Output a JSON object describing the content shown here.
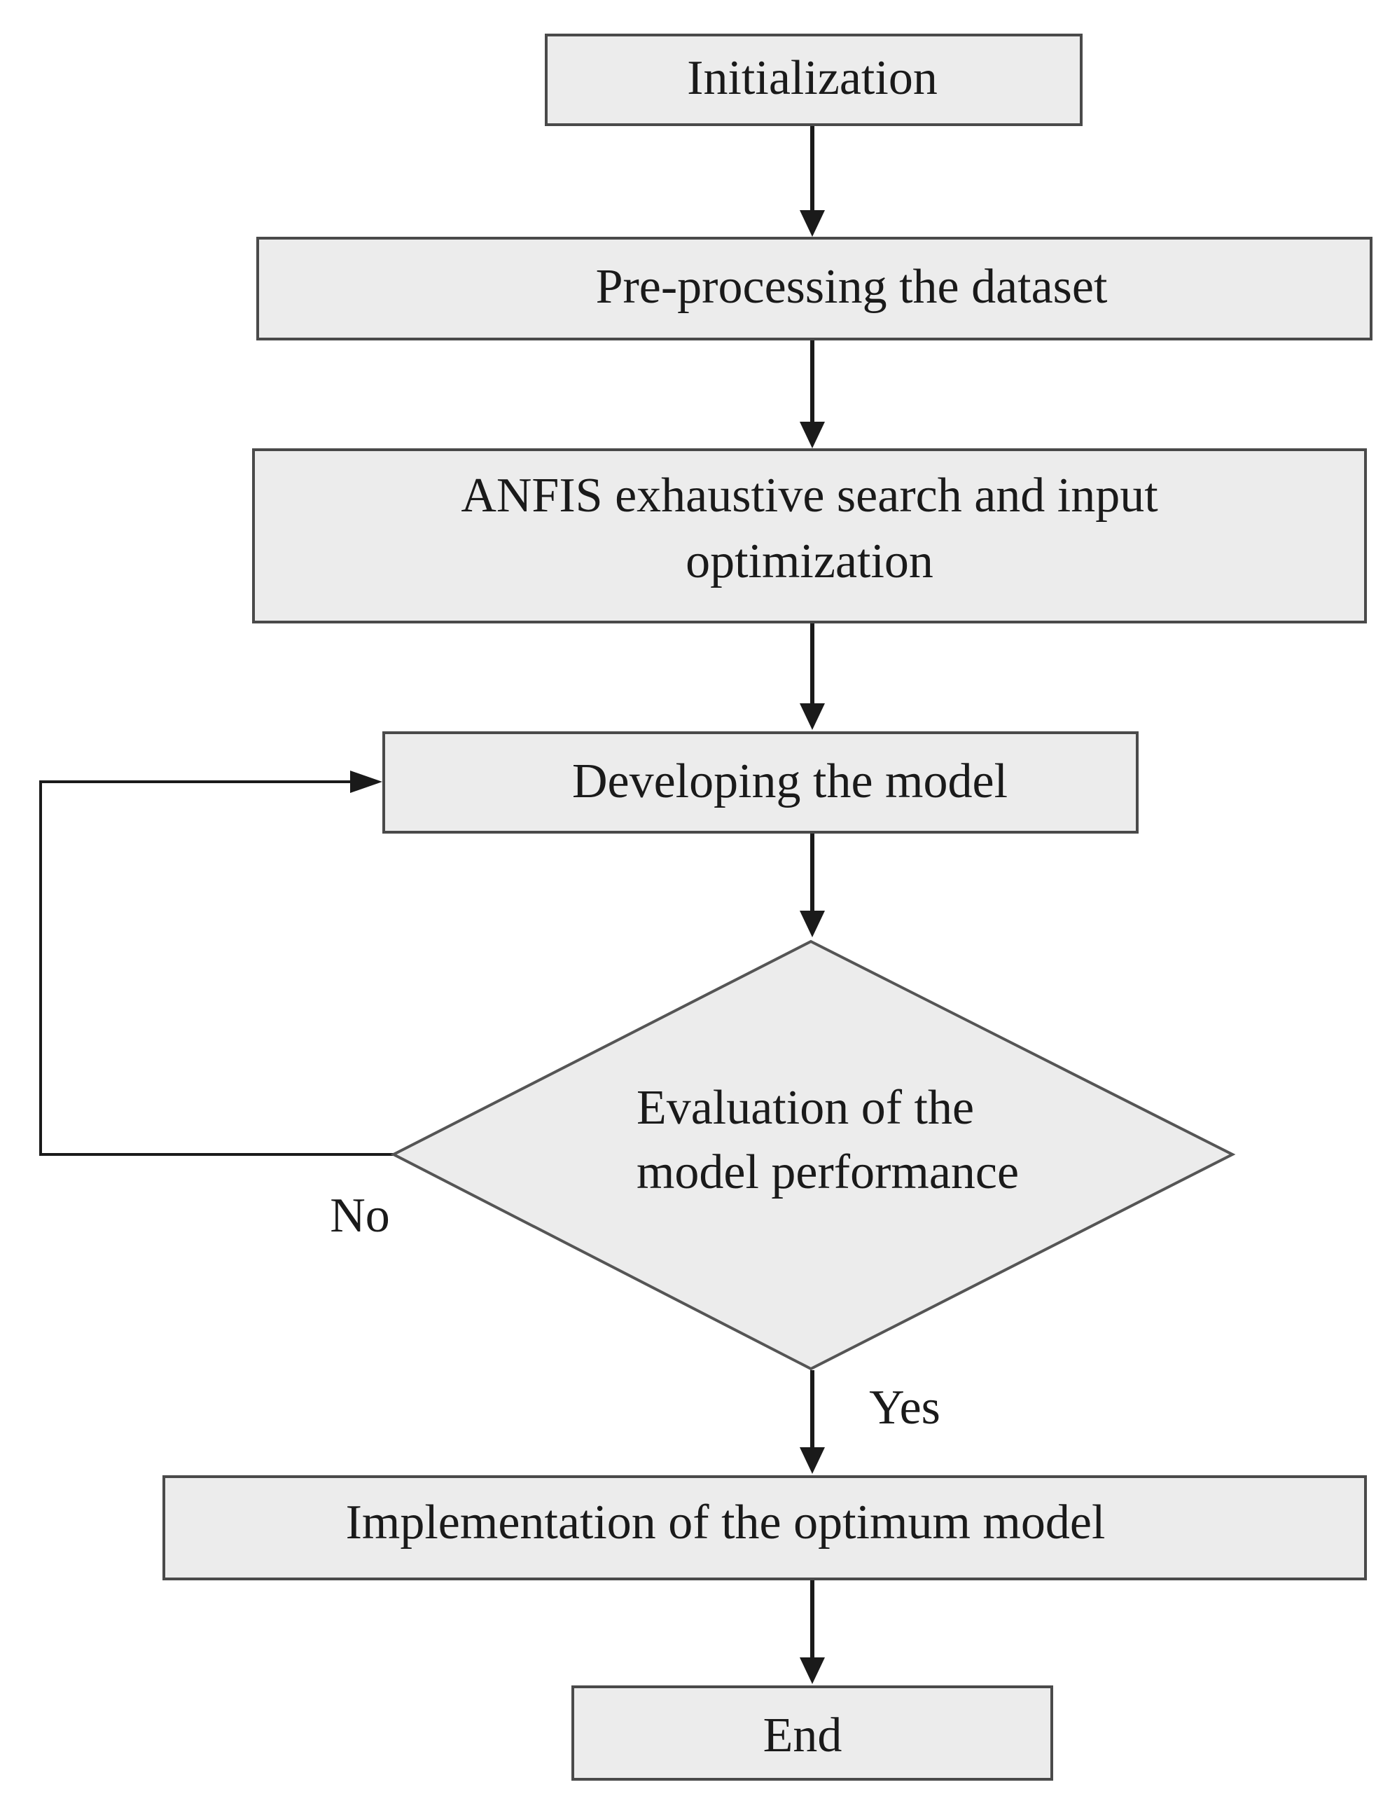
{
  "flowchart": {
    "nodes": {
      "initialization": "Initialization",
      "preprocessing": "Pre-processing the dataset",
      "anfis_line1": "ANFIS exhaustive search and input",
      "anfis_line2": "optimization",
      "developing": "Developing the model",
      "evaluation_line1": "Evaluation of the",
      "evaluation_line2": "model performance",
      "implementation": "Implementation of the optimum model",
      "end": "End"
    },
    "edge_labels": {
      "no": "No",
      "yes": "Yes"
    },
    "colors": {
      "box_fill": "#ececec",
      "stroke": "#4a4a4a",
      "text": "#1a1a1a"
    }
  }
}
